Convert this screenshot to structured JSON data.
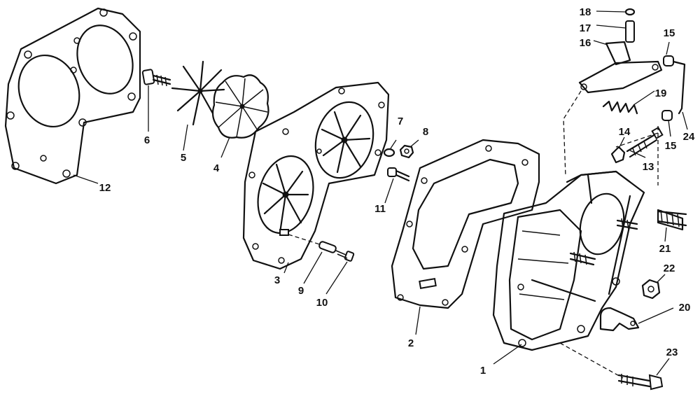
{
  "callouts": [
    {
      "id": "1",
      "text": "1"
    },
    {
      "id": "2",
      "text": "2"
    },
    {
      "id": "3",
      "text": "3"
    },
    {
      "id": "4",
      "text": "4"
    },
    {
      "id": "5",
      "text": "5"
    },
    {
      "id": "6",
      "text": "6"
    },
    {
      "id": "7",
      "text": "7"
    },
    {
      "id": "8",
      "text": "8"
    },
    {
      "id": "9",
      "text": "9"
    },
    {
      "id": "10",
      "text": "10"
    },
    {
      "id": "11",
      "text": "11"
    },
    {
      "id": "12",
      "text": "12"
    },
    {
      "id": "13",
      "text": "13"
    },
    {
      "id": "14",
      "text": "14"
    },
    {
      "id": "15a",
      "text": "15"
    },
    {
      "id": "15b",
      "text": "15"
    },
    {
      "id": "16",
      "text": "16"
    },
    {
      "id": "17",
      "text": "17"
    },
    {
      "id": "18",
      "text": "18"
    },
    {
      "id": "19",
      "text": "19"
    },
    {
      "id": "20",
      "text": "20"
    },
    {
      "id": "21",
      "text": "21"
    },
    {
      "id": "22",
      "text": "22"
    },
    {
      "id": "23",
      "text": "23"
    },
    {
      "id": "24",
      "text": "24"
    }
  ],
  "colors": {
    "ink": "#111111",
    "background": "#ffffff"
  }
}
